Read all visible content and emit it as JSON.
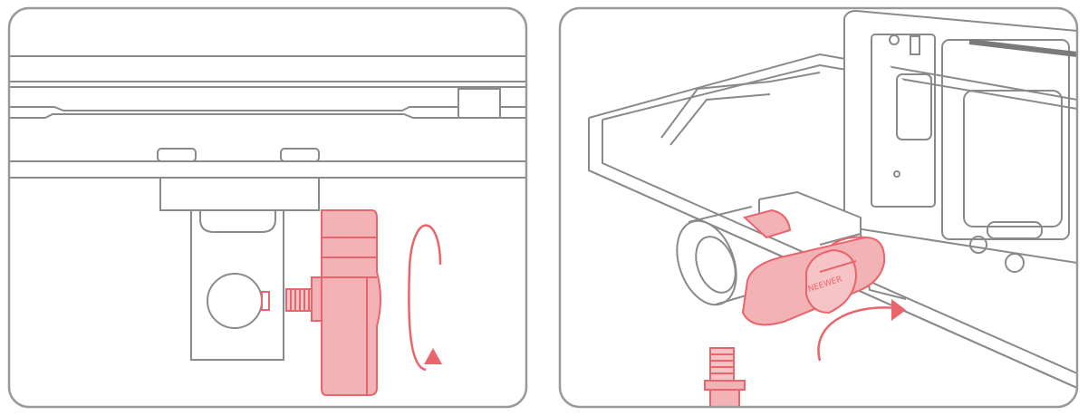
{
  "colors": {
    "line": "#8a8a8a",
    "line_dark": "#7a7a7a",
    "panel_border": "#9a9a9a",
    "accent": "#e9646b",
    "knob_fill": "#f2b2b6",
    "knob_fill_light": "#f6c4c7",
    "background": "#ffffff"
  },
  "diagram": {
    "left_panel": {
      "label": "",
      "rotation_direction": "counterclockwise"
    },
    "right_panel": {
      "label": "",
      "brand_text": "NEEWER",
      "rotation_direction": "clockwise"
    }
  }
}
